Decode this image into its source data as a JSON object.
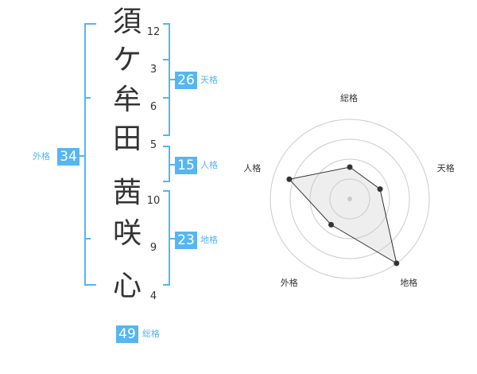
{
  "name": {
    "characters": [
      "須",
      "ケ",
      "牟",
      "田",
      "茜",
      "咲",
      "心"
    ],
    "strokes": [
      "12",
      "3",
      "6",
      "5",
      "10",
      "9",
      "4"
    ]
  },
  "fortune": {
    "tenkaku": {
      "value": "26",
      "label": "天格"
    },
    "jinkaku": {
      "value": "15",
      "label": "人格"
    },
    "chikaku": {
      "value": "23",
      "label": "地格"
    },
    "gaikaku": {
      "value": "34",
      "label": "外格"
    },
    "soukaku": {
      "value": "49",
      "label": "総格"
    }
  },
  "colors": {
    "accent": "#56b6f2",
    "bracket": "#56b6f2",
    "text": "#333333"
  },
  "chart_data": {
    "type": "radar",
    "axes": [
      "総格",
      "天格",
      "地格",
      "外格",
      "人格"
    ],
    "values": [
      2,
      2,
      5,
      2,
      4
    ],
    "rmax": 5,
    "rings": 4,
    "grid": true
  }
}
